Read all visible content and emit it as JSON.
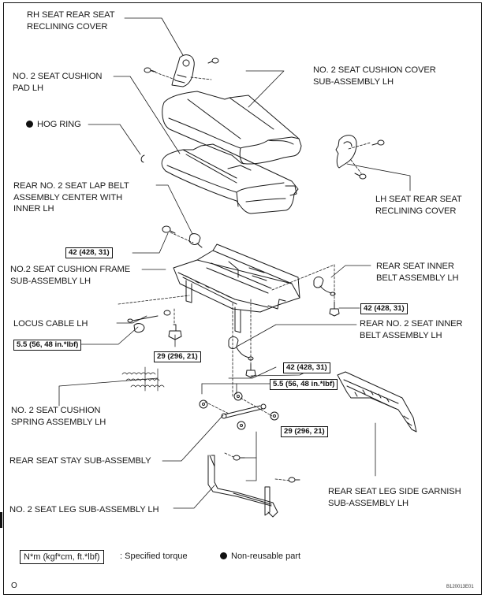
{
  "diagram": {
    "labels": {
      "rh_reclining_cover": "RH SEAT REAR SEAT\nRECLINING COVER",
      "cushion_pad": "NO. 2 SEAT CUSHION\nPAD LH",
      "cushion_cover": "NO. 2 SEAT CUSHION COVER\nSUB-ASSEMBLY LH",
      "hog_ring": "HOG RING",
      "lh_reclining_cover": "LH SEAT REAR SEAT\nRECLINING COVER",
      "lap_belt": "REAR NO. 2 SEAT LAP BELT\nASSEMBLY CENTER WITH\nINNER LH",
      "cushion_frame": "NO.2 SEAT CUSHION FRAME\nSUB-ASSEMBLY LH",
      "inner_belt": "REAR SEAT INNER\nBELT ASSEMBLY LH",
      "locus_cable": "LOCUS CABLE LH",
      "no2_inner_belt": "REAR NO. 2 SEAT INNER\nBELT ASSEMBLY LH",
      "spring_assembly": "NO. 2 SEAT CUSHION\nSPRING ASSEMBLY LH",
      "stay": "REAR SEAT STAY SUB-ASSEMBLY",
      "leg_garnish": "REAR SEAT LEG SIDE GARNISH\nSUB-ASSEMBLY LH",
      "leg": "NO. 2 SEAT LEG SUB-ASSEMBLY LH"
    },
    "torques": {
      "lap_belt_bolt": "42 (428, 31)",
      "inner_belt_bolt": "42 (428, 31)",
      "cable_nut": "5.5 (56, 48 in.*lbf)",
      "frame_bolt": "29 (296, 21)",
      "no2_inner_belt_bolt": "42 (428, 31)",
      "stay_nuts": "5.5 (56, 48 in.*lbf)",
      "leg_bolts": "29 (296, 21)"
    },
    "non_reusable_marker": "hog-ring"
  },
  "legend": {
    "torque_box": "N*m (kgf*cm, ft.*lbf)",
    "torque_text": ": Specified torque",
    "non_reusable_text": "Non-reusable part"
  },
  "footer": {
    "page_mark": "O",
    "figure_id": "B120013E01"
  }
}
